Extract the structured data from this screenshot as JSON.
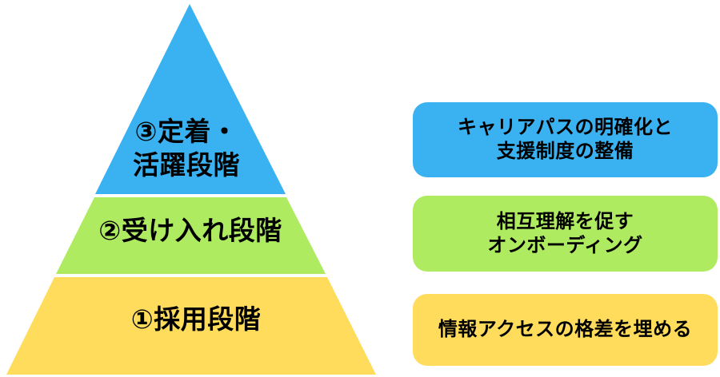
{
  "colors": {
    "background": "#FFFFFF",
    "blue": "#3AB2F2",
    "green": "#AEEB60",
    "yellow": "#FFDC5B",
    "text": "#000000"
  },
  "pyramid": {
    "stages": [
      {
        "id": "stage-3",
        "label": "③定着・\n活躍段階",
        "color": "blue"
      },
      {
        "id": "stage-2",
        "label": "②受け入れ段階",
        "color": "green"
      },
      {
        "id": "stage-1",
        "label": "①採用段階",
        "color": "yellow"
      }
    ]
  },
  "callouts": [
    {
      "id": "callout-3",
      "text": "キャリアパスの明確化と\n支援制度の整備",
      "color": "blue"
    },
    {
      "id": "callout-2",
      "text": "相互理解を促す\nオンボーディング",
      "color": "green"
    },
    {
      "id": "callout-1",
      "text": "情報アクセスの格差を埋める",
      "color": "yellow"
    }
  ]
}
